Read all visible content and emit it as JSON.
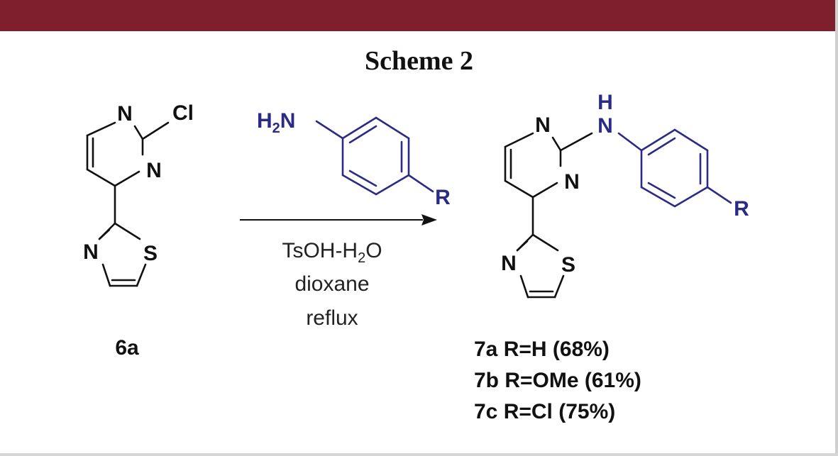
{
  "header": {
    "bar_color": "#7f1f2e"
  },
  "title": "Scheme 2",
  "colors": {
    "black": "#111111",
    "blue": "#2b2b85"
  },
  "reactant": {
    "label": "6a",
    "atoms": {
      "n1": "N",
      "cl": "Cl",
      "n3": "N",
      "thz_n": "N",
      "thz_s": "S"
    }
  },
  "reagent": {
    "atoms": {
      "h2n_h": "H",
      "h2n_sub": "2",
      "h2n_n": "N",
      "r": "R"
    }
  },
  "conditions": {
    "line1_prefix": "TsOH-H",
    "line1_sub": "2",
    "line1_suffix": "O",
    "line2": "dioxane",
    "line3": "reflux"
  },
  "product": {
    "atoms": {
      "nh_h": "H",
      "nh_n": "N",
      "n1": "N",
      "n3": "N",
      "r": "R",
      "thz_n": "N",
      "thz_s": "S"
    },
    "labels": [
      "7a R=H (68%)",
      "7b R=OMe (61%)",
      "7c R=Cl (75%)"
    ]
  }
}
